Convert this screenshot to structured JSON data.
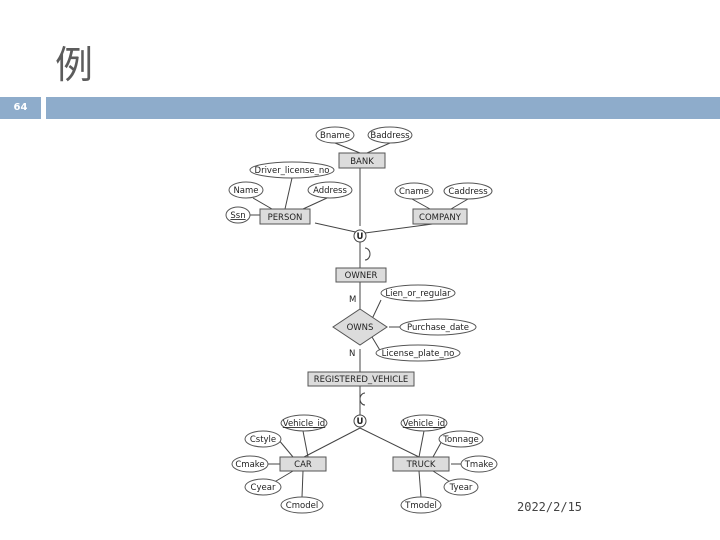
{
  "slide": {
    "title": "例",
    "page_number": "64",
    "date": "2022/2/15",
    "accent_color": "#8eaccb"
  },
  "diagram": {
    "entities": {
      "bank": "BANK",
      "person": "PERSON",
      "company": "COMPANY",
      "owner": "OWNER",
      "registered_vehicle": "REGISTERED_VEHICLE",
      "car": "CAR",
      "truck": "TRUCK"
    },
    "relationship": "OWNS",
    "union_labels": {
      "top": "U",
      "bottom": "U"
    },
    "cardinality": {
      "m": "M",
      "n": "N"
    },
    "attributes": {
      "bname": "Bname",
      "baddress": "Baddress",
      "driver_license_no": "Driver_license_no",
      "name": "Name",
      "address": "Address",
      "ssn": "Ssn",
      "cname": "Cname",
      "caddress": "Caddress",
      "lien_or_regular": "Lien_or_regular",
      "purchase_date": "Purchase_date",
      "license_plate_no": "License_plate_no",
      "car_vehicle_id": "Vehicle_id",
      "cstyle": "Cstyle",
      "cmake": "Cmake",
      "cyear": "Cyear",
      "cmodel": "Cmodel",
      "truck_vehicle_id": "Vehicle_id",
      "tonnage": "Tonnage",
      "tmake": "Tmake",
      "tyear": "Tyear",
      "tmodel": "Tmodel"
    }
  }
}
